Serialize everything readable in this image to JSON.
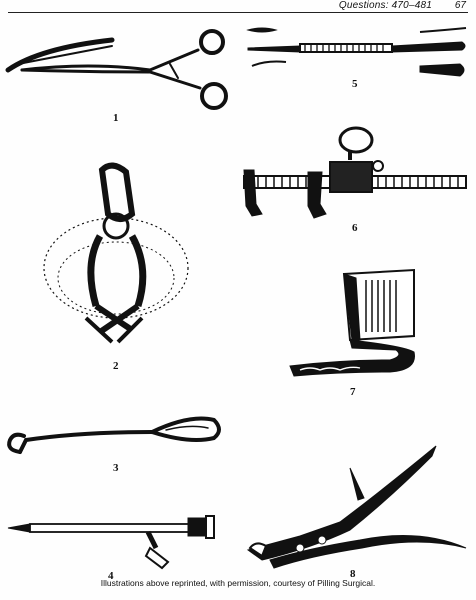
{
  "header": {
    "section": "Questions: 470–481",
    "page": "67"
  },
  "figures": [
    {
      "label": "1",
      "instrument": "curved-hemostatic-forceps"
    },
    {
      "label": "2",
      "instrument": "self-retaining-retractor"
    },
    {
      "label": "3",
      "instrument": "hook-retractor"
    },
    {
      "label": "4",
      "instrument": "trocar-cannula"
    },
    {
      "label": "5",
      "instrument": "double-ended-elevator"
    },
    {
      "label": "6",
      "instrument": "bar-clamp"
    },
    {
      "label": "7",
      "instrument": "malleable-retractor"
    },
    {
      "label": "8",
      "instrument": "rongeur"
    }
  ],
  "caption": "Illustrations above reprinted, with permission, courtesy of Pilling Surgical."
}
